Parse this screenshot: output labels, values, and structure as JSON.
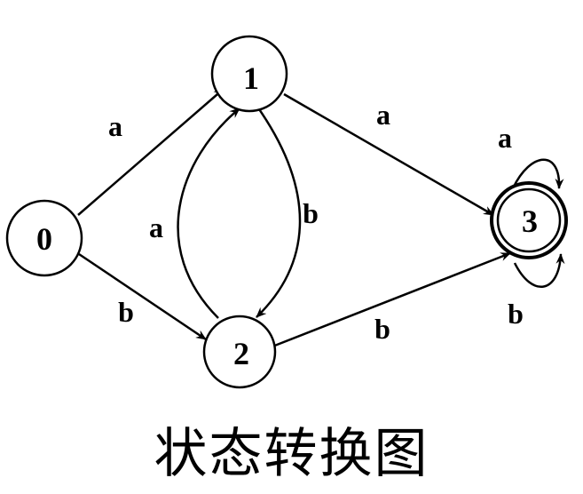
{
  "diagram": {
    "caption": "状态转换图",
    "states": [
      {
        "id": "0",
        "label": "0",
        "accepting": false
      },
      {
        "id": "1",
        "label": "1",
        "accepting": false
      },
      {
        "id": "2",
        "label": "2",
        "accepting": false
      },
      {
        "id": "3",
        "label": "3",
        "accepting": true
      }
    ],
    "transitions": [
      {
        "from": "0",
        "to": "1",
        "symbol": "a"
      },
      {
        "from": "0",
        "to": "2",
        "symbol": "b"
      },
      {
        "from": "2",
        "to": "1",
        "symbol": "a"
      },
      {
        "from": "1",
        "to": "2",
        "symbol": "b"
      },
      {
        "from": "1",
        "to": "3",
        "symbol": "a"
      },
      {
        "from": "2",
        "to": "3",
        "symbol": "b"
      },
      {
        "from": "3",
        "to": "3",
        "symbol": "a"
      },
      {
        "from": "3",
        "to": "3",
        "symbol": "b"
      }
    ]
  }
}
